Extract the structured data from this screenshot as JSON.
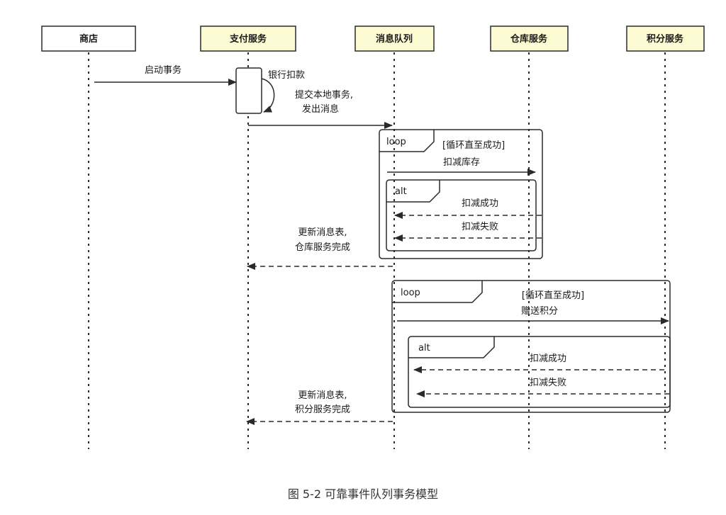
{
  "participants": [
    {
      "id": "shop",
      "label": "商店",
      "fill": "#ffffff"
    },
    {
      "id": "pay",
      "label": "支付服务",
      "fill": "#fdfbd4"
    },
    {
      "id": "mq",
      "label": "消息队列",
      "fill": "#fdfbd4"
    },
    {
      "id": "wh",
      "label": "仓库服务",
      "fill": "#fdfbd4"
    },
    {
      "id": "pts",
      "label": "积分服务",
      "fill": "#fdfbd4"
    }
  ],
  "messages": {
    "start_tx": "启动事务",
    "bank_debit": "银行扣款",
    "commit_line1": "提交本地事务,",
    "commit_line2": "发出消息",
    "deduct_stock": "扣减库存",
    "deduct_ok_1": "扣减成功",
    "deduct_fail_1": "扣减失败",
    "update_wh_line1": "更新消息表,",
    "update_wh_line2": "仓库服务完成",
    "give_points": "赠送积分",
    "deduct_ok_2": "扣减成功",
    "deduct_fail_2": "扣减失败",
    "update_pts_line1": "更新消息表,",
    "update_pts_line2": "积分服务完成"
  },
  "frames": {
    "loop1": {
      "operator": "loop",
      "guard": "[循环直至成功]"
    },
    "alt1": {
      "operator": "alt"
    },
    "loop2": {
      "operator": "loop",
      "guard": "[循环直至成功]"
    },
    "alt2": {
      "operator": "alt"
    }
  },
  "caption": "图 5-2 可靠事件队列事务模型",
  "colors": {
    "line": "#2a2a2a",
    "header_yellow": "#fdfbd4"
  }
}
